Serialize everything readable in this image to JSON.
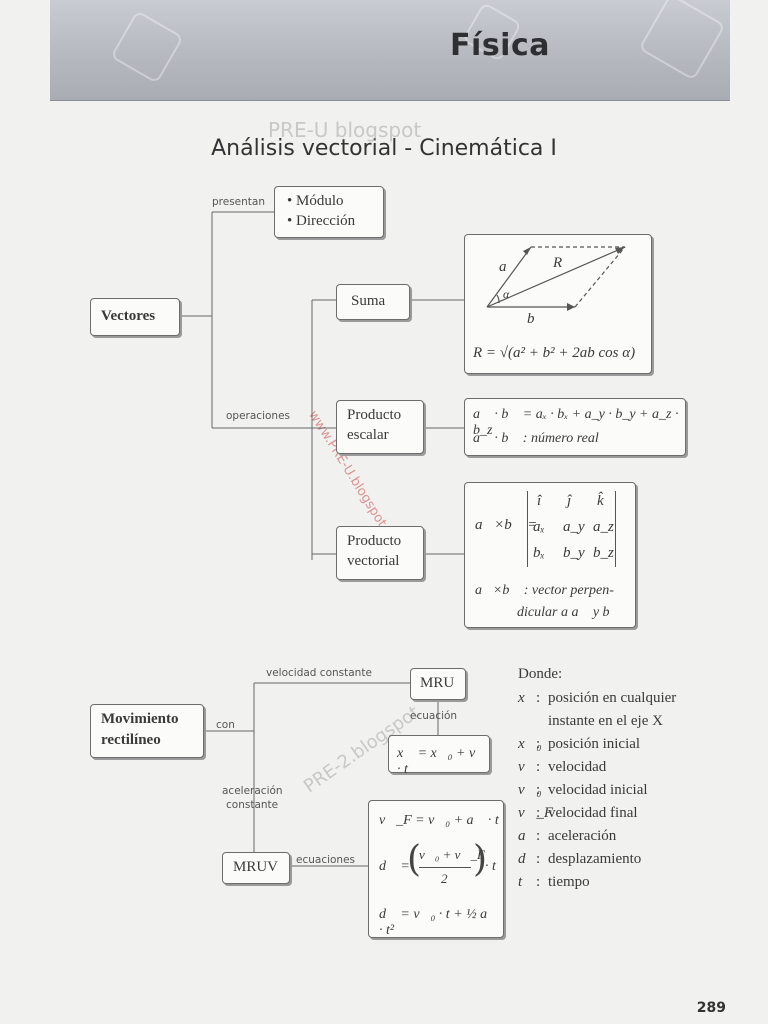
{
  "header": {
    "title": "Física"
  },
  "page_title": "Análisis vectorial - Cinemática I",
  "vectores": {
    "root": "Vectores",
    "presentan_label": "presentan",
    "presentan_items": [
      "• Módulo",
      "• Dirección"
    ],
    "operaciones_label": "operaciones",
    "suma": "Suma",
    "suma_formula": "R = √(a² + b² + 2ab cos α)",
    "suma_diagram": {
      "a": "a⃗",
      "R": "R⃗",
      "b": "b⃗",
      "alpha": "α"
    },
    "producto_escalar": [
      "Producto",
      "escalar"
    ],
    "escalar_formula_1": "a⃗ · b⃗ = aₓ · bₓ + a_y · b_y + a_z · b_z",
    "escalar_formula_2": "a⃗ · b⃗ : número real",
    "producto_vectorial": [
      "Producto",
      "vectorial"
    ],
    "vectorial_lhs": "a⃗×b⃗ =",
    "vectorial_matrix": [
      [
        "î",
        "ĵ",
        "k̂"
      ],
      [
        "aₓ",
        "a_y",
        "a_z"
      ],
      [
        "bₓ",
        "b_y",
        "b_z"
      ]
    ],
    "vectorial_note_1": "a⃗×b⃗ : vector perpen-",
    "vectorial_note_2": "dicular a a⃗ y b⃗"
  },
  "movimiento": {
    "root": [
      "Movimiento",
      "rectilíneo"
    ],
    "con_label": "con",
    "velocidad_label": "velocidad constante",
    "mru": "MRU",
    "ecuacion_label": "ecuación",
    "mru_formula": "x⃗ = x⃗₀ + v⃗ · t",
    "aceleracion_label": [
      "aceleración",
      "constante"
    ],
    "mruv": "MRUV",
    "ecuaciones_label": "ecuaciones",
    "mruv_formula_1": "v⃗_F = v⃗₀ + a⃗ · t",
    "mruv_formula_2_lhs": "d⃗ =",
    "mruv_formula_2_num": "v⃗₀ + v⃗_F",
    "mruv_formula_2_den": "2",
    "mruv_formula_2_rhs": "· t",
    "mruv_formula_3": "d⃗ = v⃗₀ · t + ½ a⃗ · t²"
  },
  "legend": {
    "title": "Donde:",
    "items": [
      {
        "sym": "x⃗",
        "text": "posición en cualquier"
      },
      {
        "sym": "",
        "text": "instante en el eje X"
      },
      {
        "sym": "x⃗₀",
        "text": "posición inicial"
      },
      {
        "sym": "v⃗",
        "text": "velocidad"
      },
      {
        "sym": "v⃗₀",
        "text": "velocidad inicial"
      },
      {
        "sym": "v⃗_F",
        "text": "velocidad final"
      },
      {
        "sym": "a⃗",
        "text": "aceleración"
      },
      {
        "sym": "d⃗",
        "text": "desplazamiento"
      },
      {
        "sym": "t",
        "text": "tiempo"
      }
    ]
  },
  "watermark": {
    "site_1": "PRE-U blogspot",
    "site_2": "www.PRE-U.blogspot.com",
    "site_3": "PRE-2.blogspot"
  },
  "page_number": "289"
}
